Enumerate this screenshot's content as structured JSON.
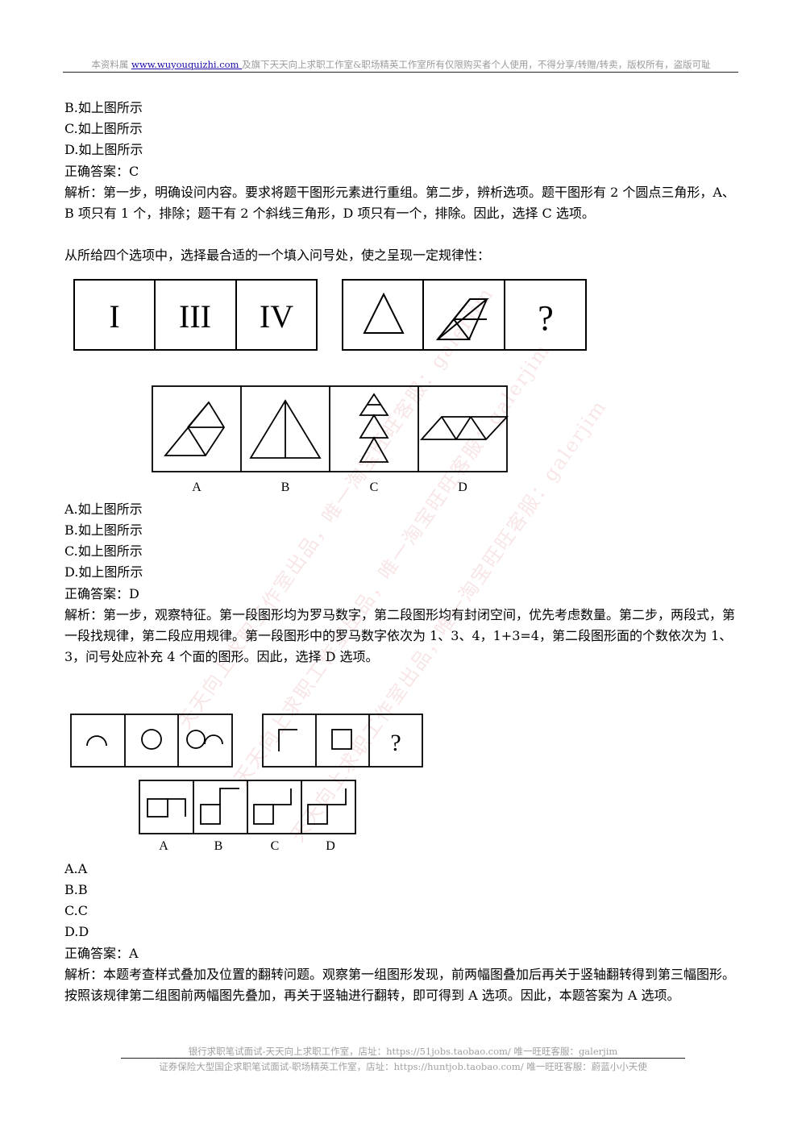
{
  "header": {
    "prefix": "本资料属 ",
    "link": "www.wuyouquizhi.com ",
    "suffix": "及旗下天天向上求职工作室&职场精英工作室所有仅限购买者个人使用，不得分享/转赠/转卖，版权所有，盗版可耻"
  },
  "q1": {
    "options": [
      "B.如上图所示",
      "C.如上图所示",
      "D.如上图所示"
    ],
    "answer": "正确答案：C",
    "analysis": "解析：第一步，明确设问内容。要求将题干图形元素进行重组。第二步，辨析选项。题干图形有 2 个圆点三角形，A、B 项只有 1 个，排除；题干有 2 个斜线三角形，D 项只有一个，排除。因此，选择 C 选项。"
  },
  "q2": {
    "prompt": "从所给四个选项中，选择最合适的一个填入问号处，使之呈现一定规律性：",
    "stem_numerals": [
      "I",
      "III",
      "IV"
    ],
    "question_mark": "?",
    "option_letters": [
      "A",
      "B",
      "C",
      "D"
    ],
    "options": [
      "A.如上图所示",
      "B.如上图所示",
      "C.如上图所示",
      "D.如上图所示"
    ],
    "answer": "正确答案：D",
    "analysis": "解析：第一步，观察特征。第一段图形均为罗马数字，第二段图形均有封闭空间，优先考虑数量。第二步，两段式，第一段找规律，第二段应用规律。第一段图形中的罗马数字依次为 1、3、4，1+3=4，第二段图形面的个数依次为 1、3，问号处应补充 4 个面的图形。因此，选择 D 选项。"
  },
  "q3": {
    "question_mark": "?",
    "option_letters": [
      "A",
      "B",
      "C",
      "D"
    ],
    "options": [
      "A.A",
      "B.B",
      "C.C",
      "D.D"
    ],
    "answer": "正确答案：A",
    "analysis": "解析：本题考查样式叠加及位置的翻转问题。观察第一组图形发现，前两幅图叠加后再关于竖轴翻转得到第三幅图形。按照该规律第二组图前两幅图先叠加，再关于竖轴进行翻转，即可得到 A 选项。因此，本题答案为 A 选项。"
  },
  "footer": {
    "line1": "银行求职笔试面试-天天向上求职工作室，店址：https://51jobs.taobao.com/  唯一旺旺客服：galerjim",
    "line2": "证券保险大型国企求职笔试面试-职场精英工作室，店址：https://huntjob.taobao.com/  唯一旺旺客服：蔚蓝小小天使"
  },
  "watermarks": [
    "天天向上求职工作室出品，唯一淘宝旺旺客服：galerjim",
    "天天向上求职工作室出品，唯一淘宝旺旺客服：galerjim",
    "天天向上求职工作室出品，唯一淘宝旺旺客服：galerjim"
  ]
}
